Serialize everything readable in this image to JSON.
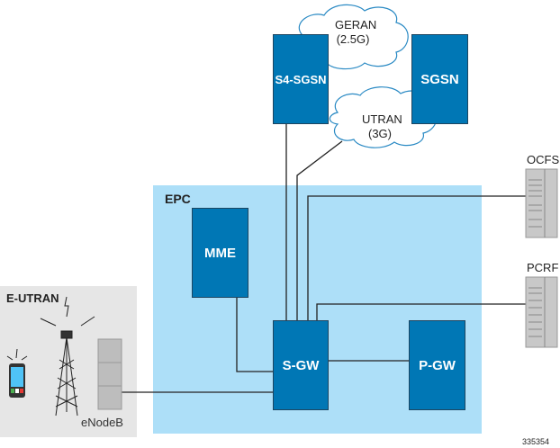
{
  "regions": {
    "epc": "EPC",
    "eutran": "E-UTRAN"
  },
  "nodes": {
    "s4sgsn": "S4-SGSN",
    "sgsn": "SGSN",
    "mme": "MME",
    "sgw": "S-GW",
    "pgw": "P-GW",
    "enodeb": "eNodeB",
    "ocfs": "OCFS",
    "pcrf": "PCRF"
  },
  "clouds": {
    "geran": [
      "GERAN",
      "(2.5G)"
    ],
    "utran": [
      "UTRAN",
      "(3G)"
    ]
  },
  "figure_id": "335354",
  "colors": {
    "node": "#0077b5",
    "epc_bg": "#addff8",
    "eutran_bg": "#e6e6e6",
    "cloud_stroke": "#2a8ac4"
  }
}
